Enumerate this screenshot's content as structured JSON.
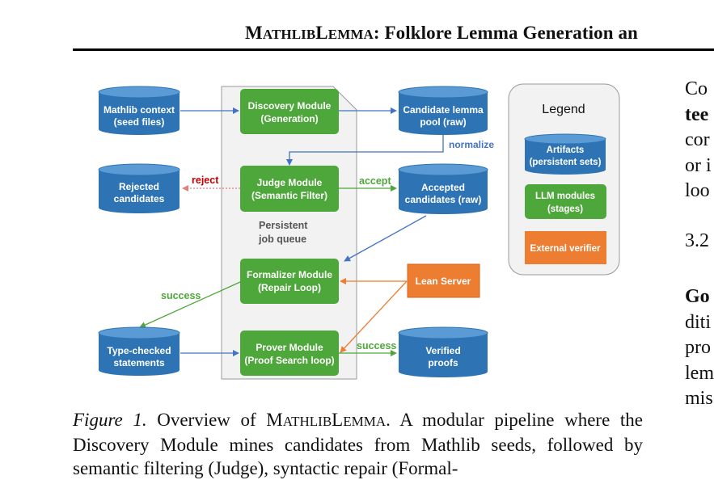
{
  "header": {
    "title_cap1": "M",
    "title_sc1": "ATHLIB",
    "title_cap2": "L",
    "title_sc2": "EMMA",
    "title_rest": ": Folklore Lemma Generation an"
  },
  "figure": {
    "nodes": {
      "mathlib_context": [
        "Mathlib context",
        "(seed files)"
      ],
      "candidate_pool": [
        "Candidate lemma",
        "pool (raw)"
      ],
      "rejected": [
        "Rejected",
        "candidates"
      ],
      "accepted": [
        "Accepted",
        "candidates (raw)"
      ],
      "type_checked": [
        "Type-checked",
        "statements"
      ],
      "verified": [
        "Verified",
        "proofs"
      ],
      "discovery": [
        "Discovery Module",
        "(Generation)"
      ],
      "judge": [
        "Judge Module",
        "(Semantic Filter)"
      ],
      "formalizer": [
        "Formalizer Module",
        "(Repair Loop)"
      ],
      "prover": [
        "Prover Module",
        "(Proof Search loop)"
      ],
      "lean_server": "Lean Server"
    },
    "queue_label": [
      "Persistent",
      "job queue"
    ],
    "edge_labels": {
      "normalize": "normalize",
      "reject": "reject",
      "accept": "accept",
      "success_formalizer": "success",
      "success_prover": "success"
    },
    "legend": {
      "title": "Legend",
      "artifacts": [
        "Artifacts",
        "(persistent sets)"
      ],
      "llm": [
        "LLM modules",
        "(stages)"
      ],
      "verifier": "External verifier"
    },
    "colors": {
      "artifact_fill": "#2e74b5",
      "artifact_top": "#5b9bd5",
      "module_fill": "#4ea73a",
      "verifier_fill": "#ed7d31",
      "blue_arrow": "#4472c4",
      "green_arrow": "#4ea73a",
      "orange_arrow": "#ed7d31",
      "reject_red": "#c00000",
      "normalize_blue": "#4472c4"
    }
  },
  "caption": {
    "label": "Figure 1.",
    "pre": " Overview of ",
    "sc_cap1": "M",
    "sc1": "ATHLIB",
    "sc_cap2": "L",
    "sc2": "EMMA",
    "post": ". A modular pipeline where the Discovery Module mines candidates from Mathlib seeds, followed by semantic filtering (Judge), syntactic repair (Formal-"
  },
  "right_column": {
    "line1": "Co",
    "line2": "tee",
    "line3": "cor",
    "line4": "or i",
    "line5": "loo",
    "section": "3.2",
    "line6": "Go",
    "line7": "diti",
    "line8": "pro",
    "line9": "lem",
    "line10": "mis"
  }
}
